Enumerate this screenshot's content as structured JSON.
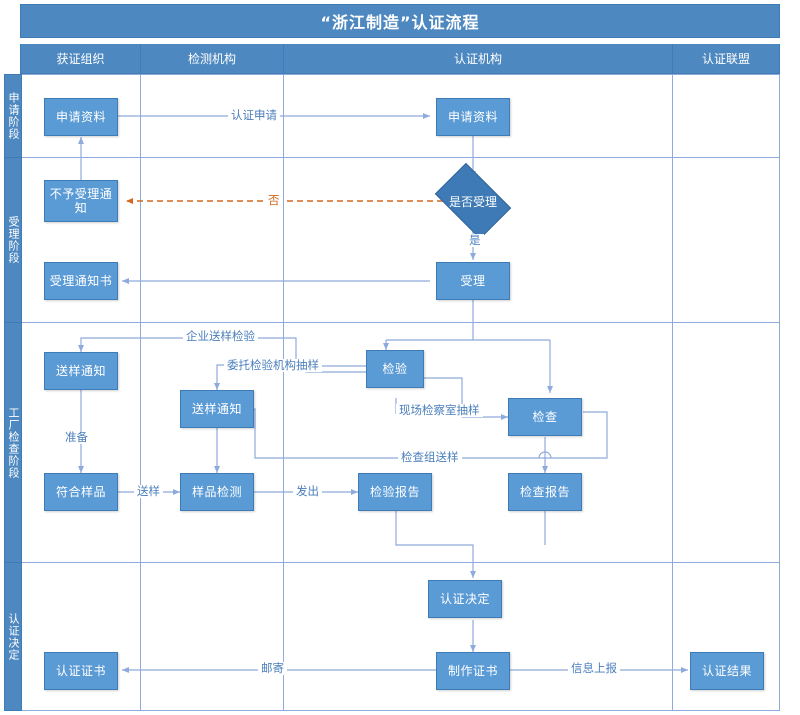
{
  "title": "“浙江制造”认证流程",
  "columns": [
    {
      "id": "col-org",
      "label": "获证组织"
    },
    {
      "id": "col-test",
      "label": "检测机构"
    },
    {
      "id": "col-cert",
      "label": "认证机构"
    },
    {
      "id": "col-alliance",
      "label": "认证联盟"
    }
  ],
  "phases": [
    {
      "id": "phase-apply",
      "label": "申请阶段"
    },
    {
      "id": "phase-accept",
      "label": "受理阶段"
    },
    {
      "id": "phase-factory",
      "label": "工厂检查阶段"
    },
    {
      "id": "phase-decide",
      "label": "认证决定"
    }
  ],
  "nodes": [
    {
      "id": "n-apply-docs-org",
      "label": "申请资料"
    },
    {
      "id": "n-apply-docs-cert",
      "label": "申请资料"
    },
    {
      "id": "n-reject-notice",
      "label": "不予受理通\n知"
    },
    {
      "id": "n-accept-notice",
      "label": "受理通知书"
    },
    {
      "id": "n-accept",
      "label": "受理"
    },
    {
      "id": "n-sample-notice-org",
      "label": "送样通知"
    },
    {
      "id": "n-sample-notice-lab",
      "label": "送样通知"
    },
    {
      "id": "n-conform-sample",
      "label": "符合样品"
    },
    {
      "id": "n-sample-test",
      "label": "样品检测"
    },
    {
      "id": "n-inspection",
      "label": "检验"
    },
    {
      "id": "n-examination",
      "label": "检查"
    },
    {
      "id": "n-test-report",
      "label": "检验报告"
    },
    {
      "id": "n-exam-report",
      "label": "检查报告"
    },
    {
      "id": "n-cert-decision",
      "label": "认证决定"
    },
    {
      "id": "n-make-cert",
      "label": "制作证书"
    },
    {
      "id": "n-certificate",
      "label": "认证证书"
    },
    {
      "id": "n-cert-result",
      "label": "认证结果"
    }
  ],
  "decisions": [
    {
      "id": "d-accept-or-not",
      "label": "是否受理"
    }
  ],
  "edge_labels": [
    {
      "id": "el-cert-application",
      "text": "认证申请"
    },
    {
      "id": "el-no",
      "text": "否",
      "style": "negative"
    },
    {
      "id": "el-yes",
      "text": "是"
    },
    {
      "id": "el-company-send",
      "text": "企业送样检验"
    },
    {
      "id": "el-entrust-sampling",
      "text": "委托检验机构抽样"
    },
    {
      "id": "el-onsite-sampling",
      "text": "现场检察室抽样"
    },
    {
      "id": "el-group-send",
      "text": "检查组送样"
    },
    {
      "id": "el-prepare",
      "text": "准备"
    },
    {
      "id": "el-send-sample",
      "text": "送样"
    },
    {
      "id": "el-issue",
      "text": "发出"
    },
    {
      "id": "el-mail",
      "text": "邮寄"
    },
    {
      "id": "el-report-info",
      "text": "信息上报"
    }
  ],
  "colors": {
    "node_fill": "#5B9BD5",
    "diamond_fill": "#3E7AB5",
    "header_fill": "#4E88C0",
    "connector": "#8FAADC",
    "negative": "#D2691E",
    "label_text": "#4A7EBB"
  }
}
